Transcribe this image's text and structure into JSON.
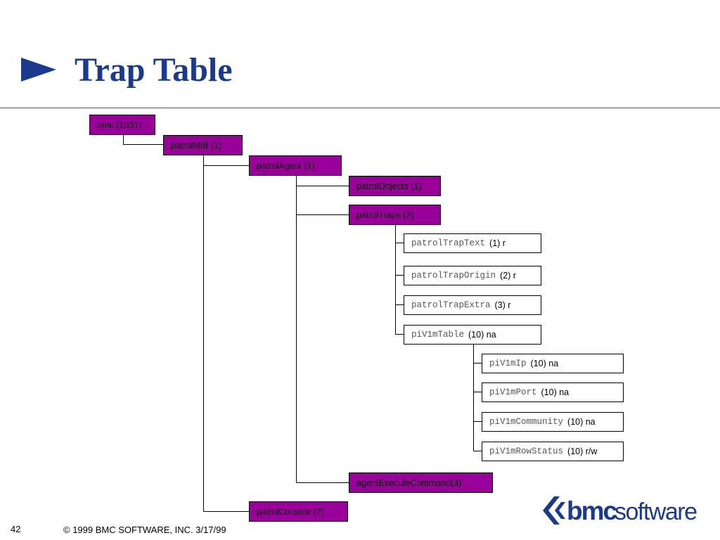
{
  "slide": {
    "title": "Trap Table",
    "page_number": "42",
    "copyright": "© 1999 BMC SOFTWARE, INC. 3/17/99",
    "accent_color": "#1a3a8f",
    "node_color": "#990099"
  },
  "logo": {
    "text_bold": "bmc",
    "text_light": "software",
    "icon": "bmc-chevron-icon"
  },
  "tree": {
    "bmc": "bmc (1031)",
    "patrolMIB": "patrolMIB (1)",
    "patrolAgent": "patrolAgent (1)",
    "patrolObjects": "patrolObjects (1)",
    "patrolTraps": "patrolTraps (2)",
    "patrolTrapText": {
      "name": "patrolTrapText",
      "suffix": "(1) r"
    },
    "patrolTrapOrigin": {
      "name": "patrolTrapOrigin",
      "suffix": "(2) r"
    },
    "patrolTrapExtra": {
      "name": "patrolTrapExtra",
      "suffix": "(3) r"
    },
    "piV1mTable": {
      "name": "piV1mTable",
      "suffix": "(10) na"
    },
    "piV1mIp": {
      "name": "piV1mIp",
      "suffix": "(10) na"
    },
    "piV1mPort": {
      "name": "piV1mPort",
      "suffix": "(10) na"
    },
    "piV1mCommunity": {
      "name": "piV1mCommunity",
      "suffix": "(10) na"
    },
    "piV1mRowStatus": {
      "name": "piV1mRowStatus",
      "suffix": "(10) r/w"
    },
    "agentExecuteCommand": "agentExecuteCommand(3)",
    "patrolConsole": "patrolConsole (2)"
  }
}
